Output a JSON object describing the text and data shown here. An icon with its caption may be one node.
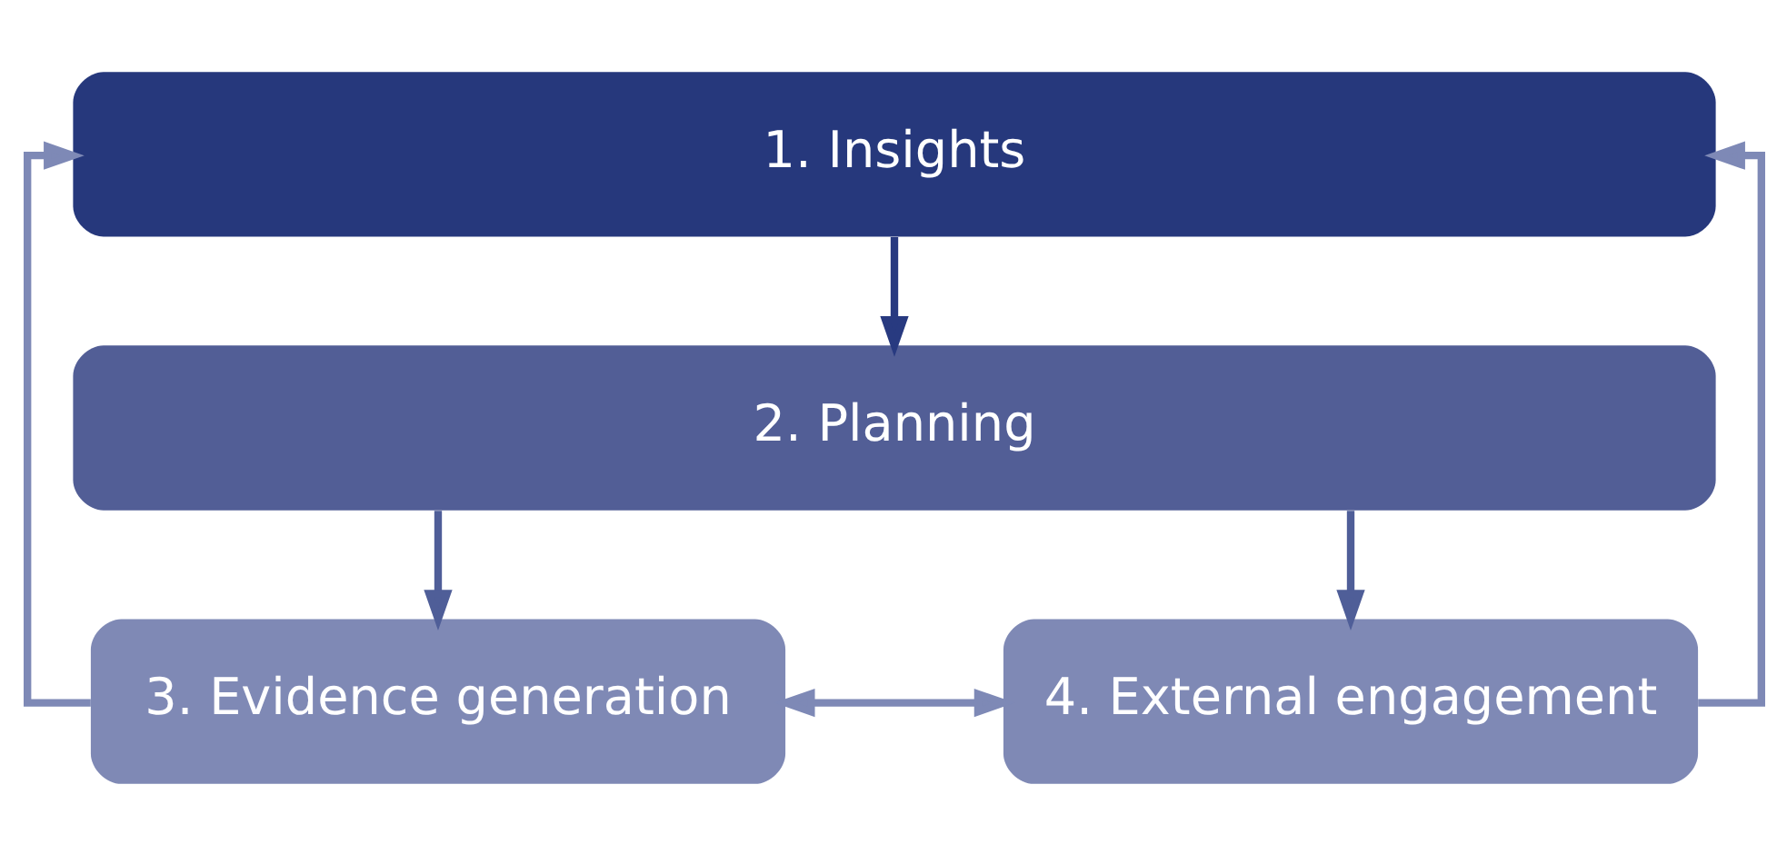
{
  "diagram": {
    "nodes": [
      {
        "text": [
          "1. Insights"
        ]
      },
      {
        "text": [
          "2. Planning"
        ]
      },
      {
        "text": [
          "3. Evidence generation"
        ]
      },
      {
        "text": [
          "4. External engagement"
        ]
      }
    ],
    "edges": [
      {
        "from": 0,
        "to": 1,
        "arrow": "to",
        "color": "#283a80"
      },
      {
        "from": 1,
        "to": 2,
        "arrow": "to",
        "color": "#4f5e98"
      },
      {
        "from": 1,
        "to": 3,
        "arrow": "to",
        "color": "#4f5e98"
      },
      {
        "from": 2,
        "to": 3,
        "arrow": "both"
      },
      {
        "from": 2,
        "to": 0,
        "arrow": "to"
      },
      {
        "from": 3,
        "to": 0,
        "arrow": "to"
      }
    ]
  }
}
